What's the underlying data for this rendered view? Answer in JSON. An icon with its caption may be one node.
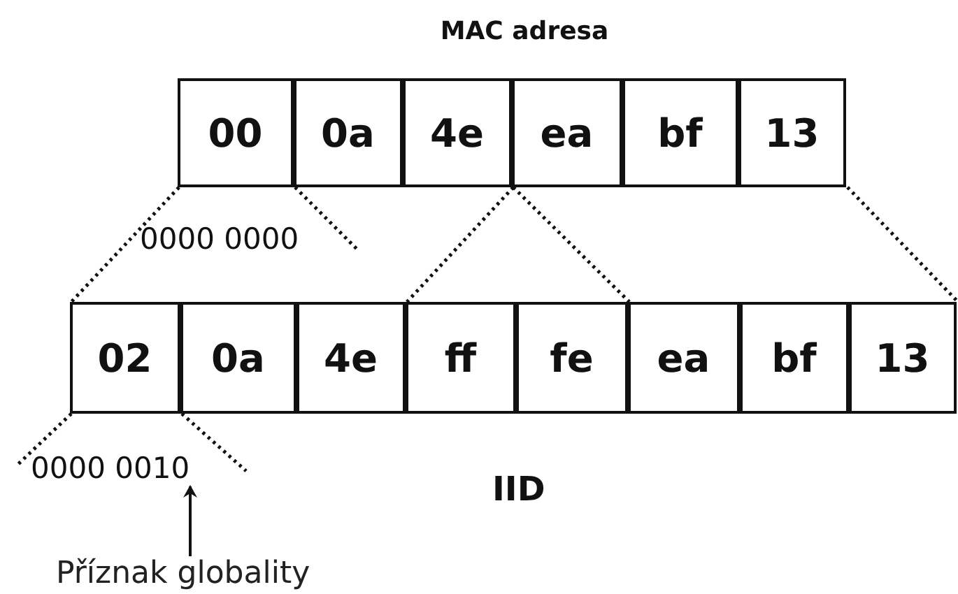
{
  "diagram": {
    "title": "MAC adresa",
    "nodes": [
      {
        "text": [
          "00"
        ]
      },
      {
        "text": [
          "0a"
        ]
      },
      {
        "text": [
          "4e"
        ]
      },
      {
        "text": [
          "ea"
        ]
      },
      {
        "text": [
          "bf"
        ]
      },
      {
        "text": [
          "13"
        ]
      },
      {
        "text": [
          "02"
        ]
      },
      {
        "text": [
          "0a"
        ]
      },
      {
        "text": [
          "4e"
        ]
      },
      {
        "text": [
          "ff"
        ]
      },
      {
        "text": [
          "fe"
        ]
      },
      {
        "text": [
          "ea"
        ]
      },
      {
        "text": [
          "bf"
        ]
      },
      {
        "text": [
          "13"
        ]
      },
      {
        "text": [
          "0000 0000"
        ]
      },
      {
        "text": [
          "0000 0010"
        ]
      },
      {
        "text": [
          "Příznak globality"
        ]
      }
    ],
    "edges": [
      {
        "from": 0,
        "to": 6,
        "arrow": "none",
        "style": "dashed"
      },
      {
        "from": 1,
        "to": 14,
        "arrow": "none",
        "style": "dashed"
      },
      {
        "from": 2,
        "to": 9,
        "arrow": "none",
        "style": "dashed"
      },
      {
        "from": 3,
        "to": 10,
        "arrow": "none",
        "style": "dashed"
      },
      {
        "from": 5,
        "to": 13,
        "arrow": "none",
        "style": "dashed"
      },
      {
        "from": 6,
        "to": 15,
        "arrow": "none",
        "style": "dashed"
      },
      {
        "from": 7,
        "to": 15,
        "arrow": "none",
        "style": "dashed"
      },
      {
        "from": 16,
        "to": 15,
        "arrow": "to"
      }
    ],
    "labels": [
      "IID"
    ]
  }
}
